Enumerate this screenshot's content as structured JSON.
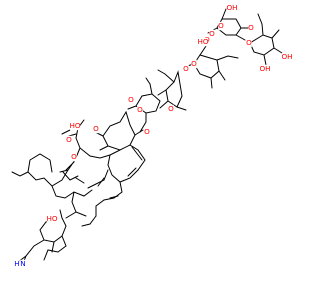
{
  "molecule": {
    "atoms": [
      {
        "label": "OH",
        "color": "#ff0000"
      },
      {
        "label": "O",
        "color": "#ff0000"
      },
      {
        "label": "O",
        "color": "#ff0000"
      },
      {
        "label": "O",
        "color": "#ff0000"
      },
      {
        "label": "O",
        "color": "#ff0000"
      },
      {
        "label": "OH",
        "color": "#ff0000"
      },
      {
        "label": "OH",
        "color": "#ff0000"
      },
      {
        "label": "O",
        "color": "#ff0000"
      },
      {
        "label": "HO",
        "color": "#ff0000"
      },
      {
        "label": "O",
        "color": "#ff0000"
      },
      {
        "label": "O",
        "color": "#ff0000"
      },
      {
        "label": "O",
        "color": "#ff0000"
      },
      {
        "label": "O",
        "color": "#ff0000"
      },
      {
        "label": "O",
        "color": "#ff0000"
      },
      {
        "label": "O",
        "color": "#ff0000"
      },
      {
        "label": "HO",
        "color": "#ff0000"
      },
      {
        "label": "O",
        "color": "#ff0000"
      },
      {
        "label": "O",
        "color": "#ff0000"
      },
      {
        "label": "O",
        "color": "#ff0000"
      },
      {
        "label": "HO",
        "color": "#ff0000"
      },
      {
        "label": "N",
        "color": "#0000ff"
      },
      {
        "label": "H",
        "color": "#0000ff"
      }
    ]
  }
}
